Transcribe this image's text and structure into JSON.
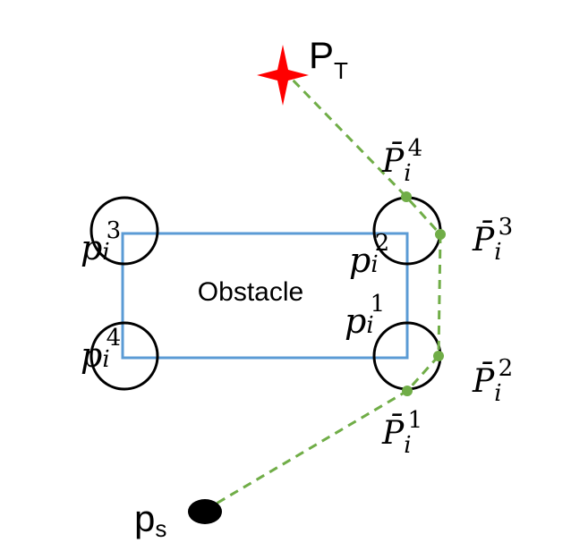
{
  "obstacle": {
    "label": "Obstacle"
  },
  "target": {
    "label": "P",
    "subscript": "T"
  },
  "start": {
    "label": "p",
    "subscript": "s"
  },
  "corner_points": [
    {
      "base": "p",
      "sub": "i",
      "sup": "1"
    },
    {
      "base": "p",
      "sub": "i",
      "sup": "2"
    },
    {
      "base": "p",
      "sub": "i",
      "sup": "3"
    },
    {
      "base": "p",
      "sub": "i",
      "sup": "4"
    }
  ],
  "path_points": [
    {
      "base": "P̄",
      "sub": "i",
      "sup": "1"
    },
    {
      "base": "P̄",
      "sub": "i",
      "sup": "2"
    },
    {
      "base": "P̄",
      "sub": "i",
      "sup": "3"
    },
    {
      "base": "P̄",
      "sub": "i",
      "sup": "4"
    }
  ],
  "colors": {
    "obstacle_border": "#5b9bd5",
    "path": "#70ad47",
    "target": "#ff0000",
    "circle": "#000000",
    "start": "#000000"
  }
}
